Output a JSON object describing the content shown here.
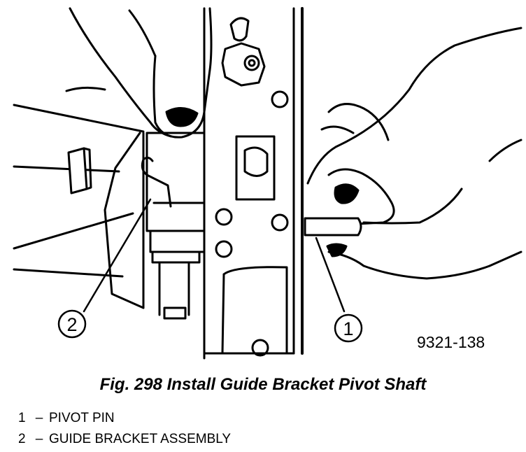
{
  "figure": {
    "code": "9321-138",
    "caption": "Fig. 298 Install Guide Bracket Pivot Shaft"
  },
  "callouts": [
    {
      "number": "1",
      "label": "PIVOT PIN"
    },
    {
      "number": "2",
      "label": "GUIDE BRACKET ASSEMBLY"
    }
  ],
  "legend": {
    "separator": "–",
    "items": [
      {
        "number": "1",
        "label": "PIVOT PIN"
      },
      {
        "number": "2",
        "label": "GUIDE BRACKET ASSEMBLY"
      }
    ]
  }
}
